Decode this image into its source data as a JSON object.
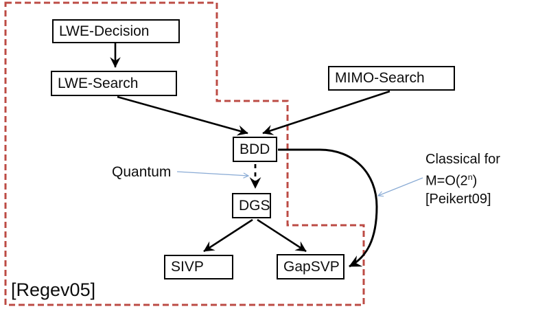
{
  "nodes": {
    "lwe_decision": "LWE-Decision",
    "lwe_search": "LWE-Search",
    "mimo_search": "MIMO-Search",
    "bdd": "BDD",
    "dgs": "DGS",
    "sivp": "SIVP",
    "gapsvp": "GapSVP"
  },
  "annotations": {
    "quantum": "Quantum",
    "classical": {
      "line1": "Classical for",
      "line2_main": "M=O(2",
      "line2_sup": "n",
      "line2_end": ")",
      "line3": "[Peikert09]"
    },
    "regev": "[Regev05]"
  },
  "edges": [
    {
      "from": "LWE-Decision",
      "to": "LWE-Search",
      "style": "solid"
    },
    {
      "from": "LWE-Search",
      "to": "BDD",
      "style": "solid"
    },
    {
      "from": "MIMO-Search",
      "to": "BDD",
      "style": "solid"
    },
    {
      "from": "BDD",
      "to": "DGS",
      "style": "dashed",
      "note": "Quantum"
    },
    {
      "from": "DGS",
      "to": "SIVP",
      "style": "solid"
    },
    {
      "from": "DGS",
      "to": "GapSVP",
      "style": "solid"
    },
    {
      "from": "BDD",
      "to": "GapSVP",
      "style": "curved",
      "note": "Classical for M=O(2ⁿ) [Peikert09]"
    }
  ],
  "colors": {
    "dashed_boundary_red": "#bc4b44",
    "arrow_black": "#000000",
    "callout_blue": "#8aabd5"
  }
}
